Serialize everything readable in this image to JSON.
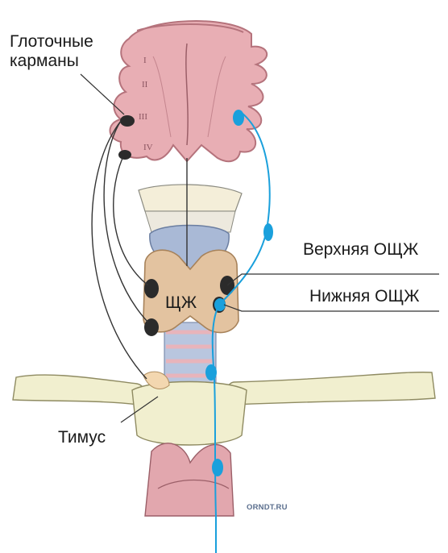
{
  "labels": {
    "pharyngeal_pouches_line1": "Глоточные",
    "pharyngeal_pouches_line2": "карманы",
    "upper_parathyroid": "Верхняя ОЩЖ",
    "lower_parathyroid": "Нижняя ОЩЖ",
    "thyroid": "ЩЖ",
    "thymus": "Тимус"
  },
  "pouch_numerals": [
    "I",
    "II",
    "III",
    "IV"
  ],
  "watermark": "ORNDT.RU",
  "colors": {
    "pharynx": "#e8aeb4",
    "pharynx_outline": "#b5737c",
    "thyroid": "#e3c3a0",
    "larynx": "#a9b9d6",
    "bone": "#f1efcf",
    "migration_line_blue": "#1aa0dc",
    "parathyroid_dark": "#2b2b2b"
  }
}
